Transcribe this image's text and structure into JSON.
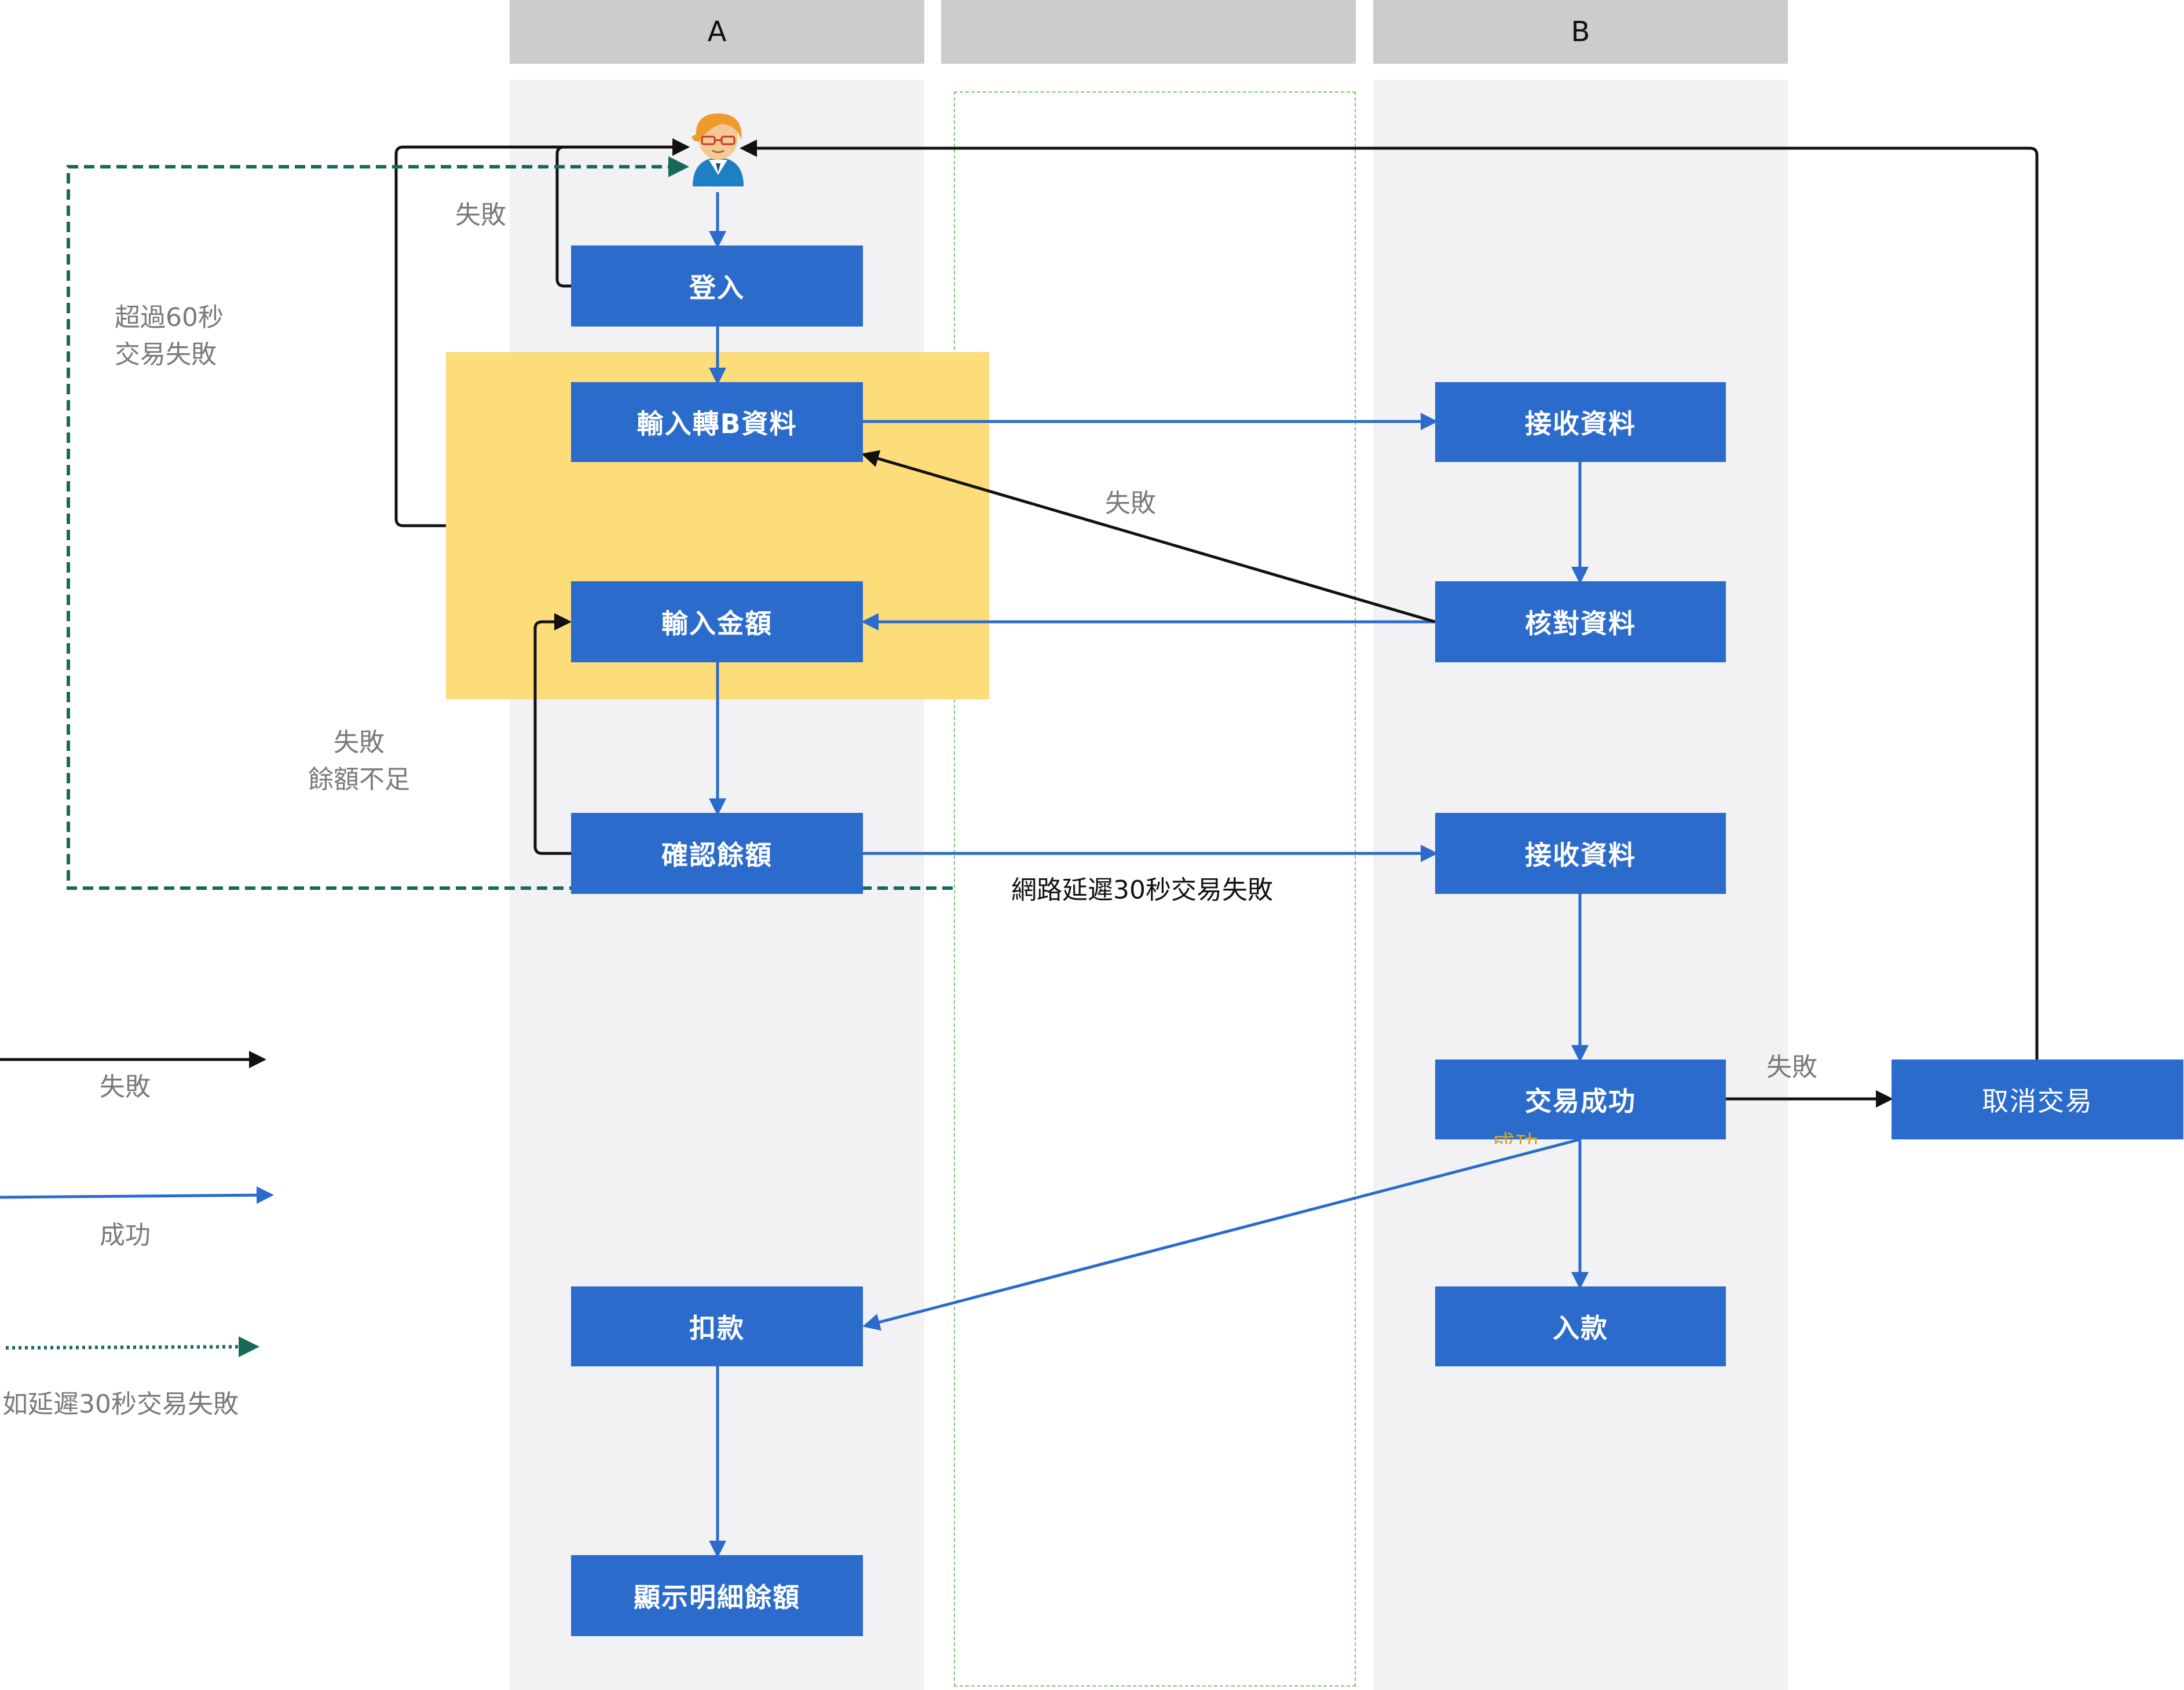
{
  "lanes": {
    "a_title": "A",
    "middle_title": "",
    "b_title": "B"
  },
  "nodes": {
    "login": "登入",
    "input_b_data": "輸入轉B資料",
    "input_amount": "輸入金額",
    "confirm_balance": "確認餘額",
    "deduct": "扣款",
    "show_balance": "顯示明細餘額",
    "receive_data_1": "接收資料",
    "verify_data": "核對資料",
    "receive_data_2": "接收資料",
    "trade_success": "交易成功",
    "deposit": "入款",
    "cancel_trade": "取消交易"
  },
  "labels": {
    "fail_login": "失敗",
    "timeout_line1": "超過60秒",
    "timeout_line2": "交易失敗",
    "fail_verify": "失敗",
    "fail_balance_line1": "失敗",
    "fail_balance_line2": "餘額不足",
    "network_delay": "網路延遲30秒交易失敗",
    "fail_trade": "失敗",
    "success_hidden": "成功"
  },
  "legend": {
    "fail": "失敗",
    "success": "成功",
    "delay": "如延遲30秒交易失敗"
  },
  "colors": {
    "fail_line": "#111111",
    "success_line": "#2b6bcb",
    "delay_line": "#17695a",
    "highlight": "#fddc7a",
    "box": "#2b6bcb"
  }
}
